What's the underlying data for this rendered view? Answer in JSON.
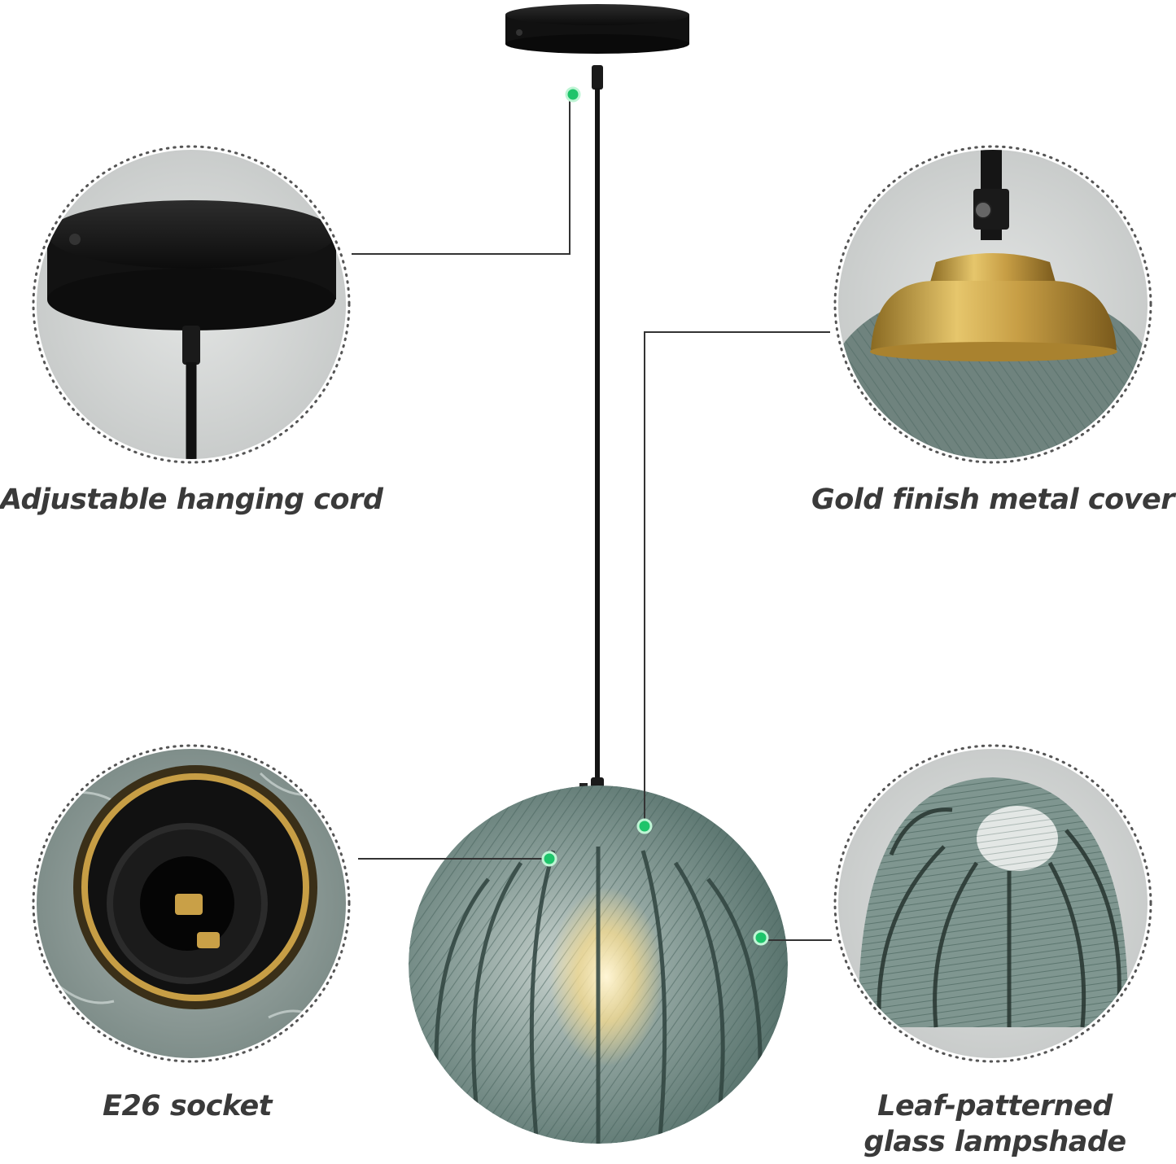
{
  "labels": {
    "cord": "Adjustable hanging cord",
    "cover": "Gold finish metal cover",
    "socket": "E26 socket",
    "shade_line1": "Leaf-patterned",
    "shade_line2": "glass lampshade"
  },
  "icons": [
    "ceiling-canopy-image",
    "gold-cover-image",
    "socket-image",
    "glass-shade-image",
    "pendant-lamp-image"
  ],
  "colors": {
    "label_text": "#3a3a3a",
    "callout_line": "#333333",
    "marker_dot": "#1ec46a",
    "glass": "#7b948e",
    "gold": "#c9a047",
    "black_metal": "#151515"
  }
}
